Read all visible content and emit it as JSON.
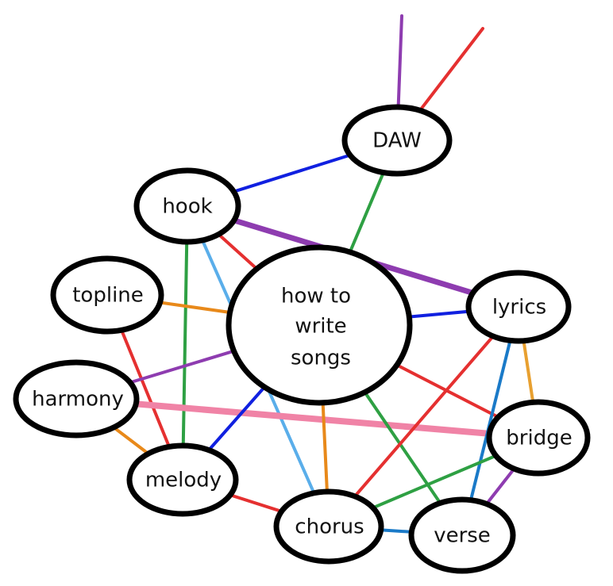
{
  "diagram": {
    "nodes": [
      {
        "id": "center",
        "label_lines": [
          "how to",
          "write",
          "songs"
        ]
      },
      {
        "id": "daw",
        "label_lines": [
          "DAW"
        ]
      },
      {
        "id": "hook",
        "label_lines": [
          "hook"
        ]
      },
      {
        "id": "topline",
        "label_lines": [
          "topline"
        ]
      },
      {
        "id": "harmony",
        "label_lines": [
          "harmony"
        ]
      },
      {
        "id": "melody",
        "label_lines": [
          "melody"
        ]
      },
      {
        "id": "chorus",
        "label_lines": [
          "chorus"
        ]
      },
      {
        "id": "verse",
        "label_lines": [
          "verse"
        ]
      },
      {
        "id": "bridge",
        "label_lines": [
          "bridge"
        ]
      },
      {
        "id": "lyrics",
        "label_lines": [
          "lyrics"
        ]
      }
    ],
    "edges": [
      {
        "from": "daw",
        "to": "offscreen-a",
        "color": "#8e3cb0"
      },
      {
        "from": "daw",
        "to": "offscreen-b",
        "color": "#e53030"
      },
      {
        "from": "hook",
        "to": "daw",
        "color": "#1020e0"
      },
      {
        "from": "daw",
        "to": "center",
        "color": "#2ea043"
      },
      {
        "from": "hook",
        "to": "lyrics",
        "color": "#8e3cb0"
      },
      {
        "from": "hook",
        "to": "center",
        "color": "#e53030"
      },
      {
        "from": "hook",
        "to": "melody",
        "color": "#2ea043"
      },
      {
        "from": "hook",
        "to": "chorus",
        "color": "#5aaeea"
      },
      {
        "from": "topline",
        "to": "center",
        "color": "#e8891a"
      },
      {
        "from": "topline",
        "to": "melody",
        "color": "#e53030"
      },
      {
        "from": "harmony",
        "to": "center",
        "color": "#8e3cb0"
      },
      {
        "from": "harmony",
        "to": "bridge",
        "color": "#f083a6"
      },
      {
        "from": "harmony",
        "to": "melody",
        "color": "#e8891a"
      },
      {
        "from": "melody",
        "to": "center",
        "color": "#1020e0"
      },
      {
        "from": "melody",
        "to": "chorus",
        "color": "#e53030"
      },
      {
        "from": "center",
        "to": "chorus",
        "color": "#e8891a"
      },
      {
        "from": "center",
        "to": "lyrics",
        "color": "#1020e0"
      },
      {
        "from": "center",
        "to": "bridge",
        "color": "#e53030"
      },
      {
        "from": "center",
        "to": "verse",
        "color": "#2ea043"
      },
      {
        "from": "lyrics",
        "to": "chorus",
        "color": "#e53030"
      },
      {
        "from": "lyrics",
        "to": "verse",
        "color": "#1a7ac8"
      },
      {
        "from": "lyrics",
        "to": "bridge",
        "color": "#e8a030"
      },
      {
        "from": "bridge",
        "to": "chorus",
        "color": "#2ea043"
      },
      {
        "from": "bridge",
        "to": "verse",
        "color": "#8e3cb0"
      },
      {
        "from": "chorus",
        "to": "verse",
        "color": "#1a7ac8"
      }
    ]
  }
}
